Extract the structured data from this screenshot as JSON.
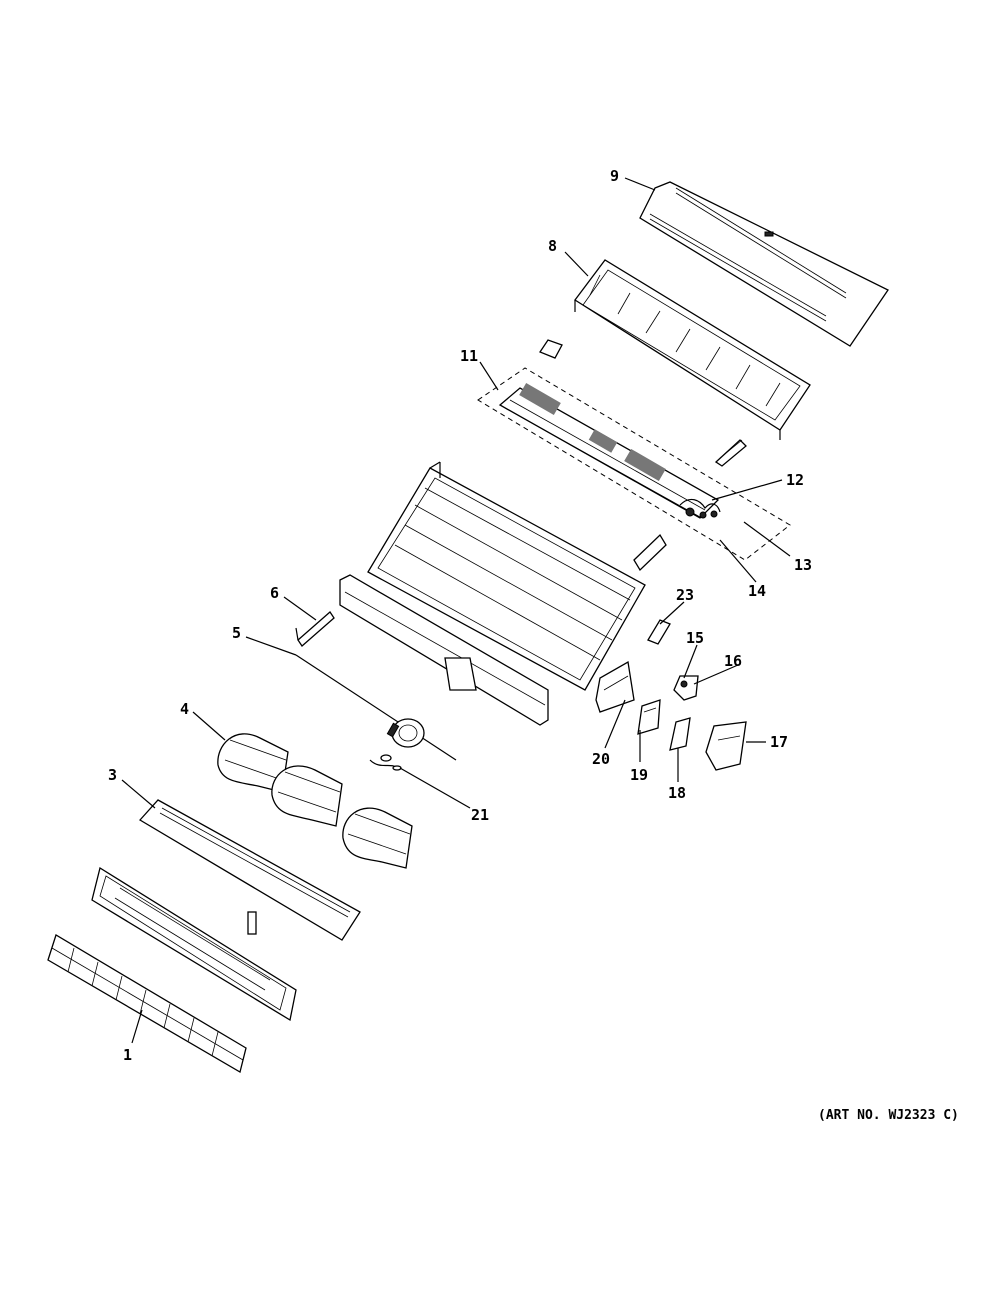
{
  "callouts": {
    "c1": "1",
    "c3": "3",
    "c4": "4",
    "c5": "5",
    "c6": "6",
    "c8": "8",
    "c9": "9",
    "c11": "11",
    "c12": "12",
    "c13": "13",
    "c14": "14",
    "c15": "15",
    "c16": "16",
    "c17": "17",
    "c18": "18",
    "c19": "19",
    "c20": "20",
    "c21": "21",
    "c23": "23"
  },
  "art_number": "(ART NO. WJ2323 C)"
}
